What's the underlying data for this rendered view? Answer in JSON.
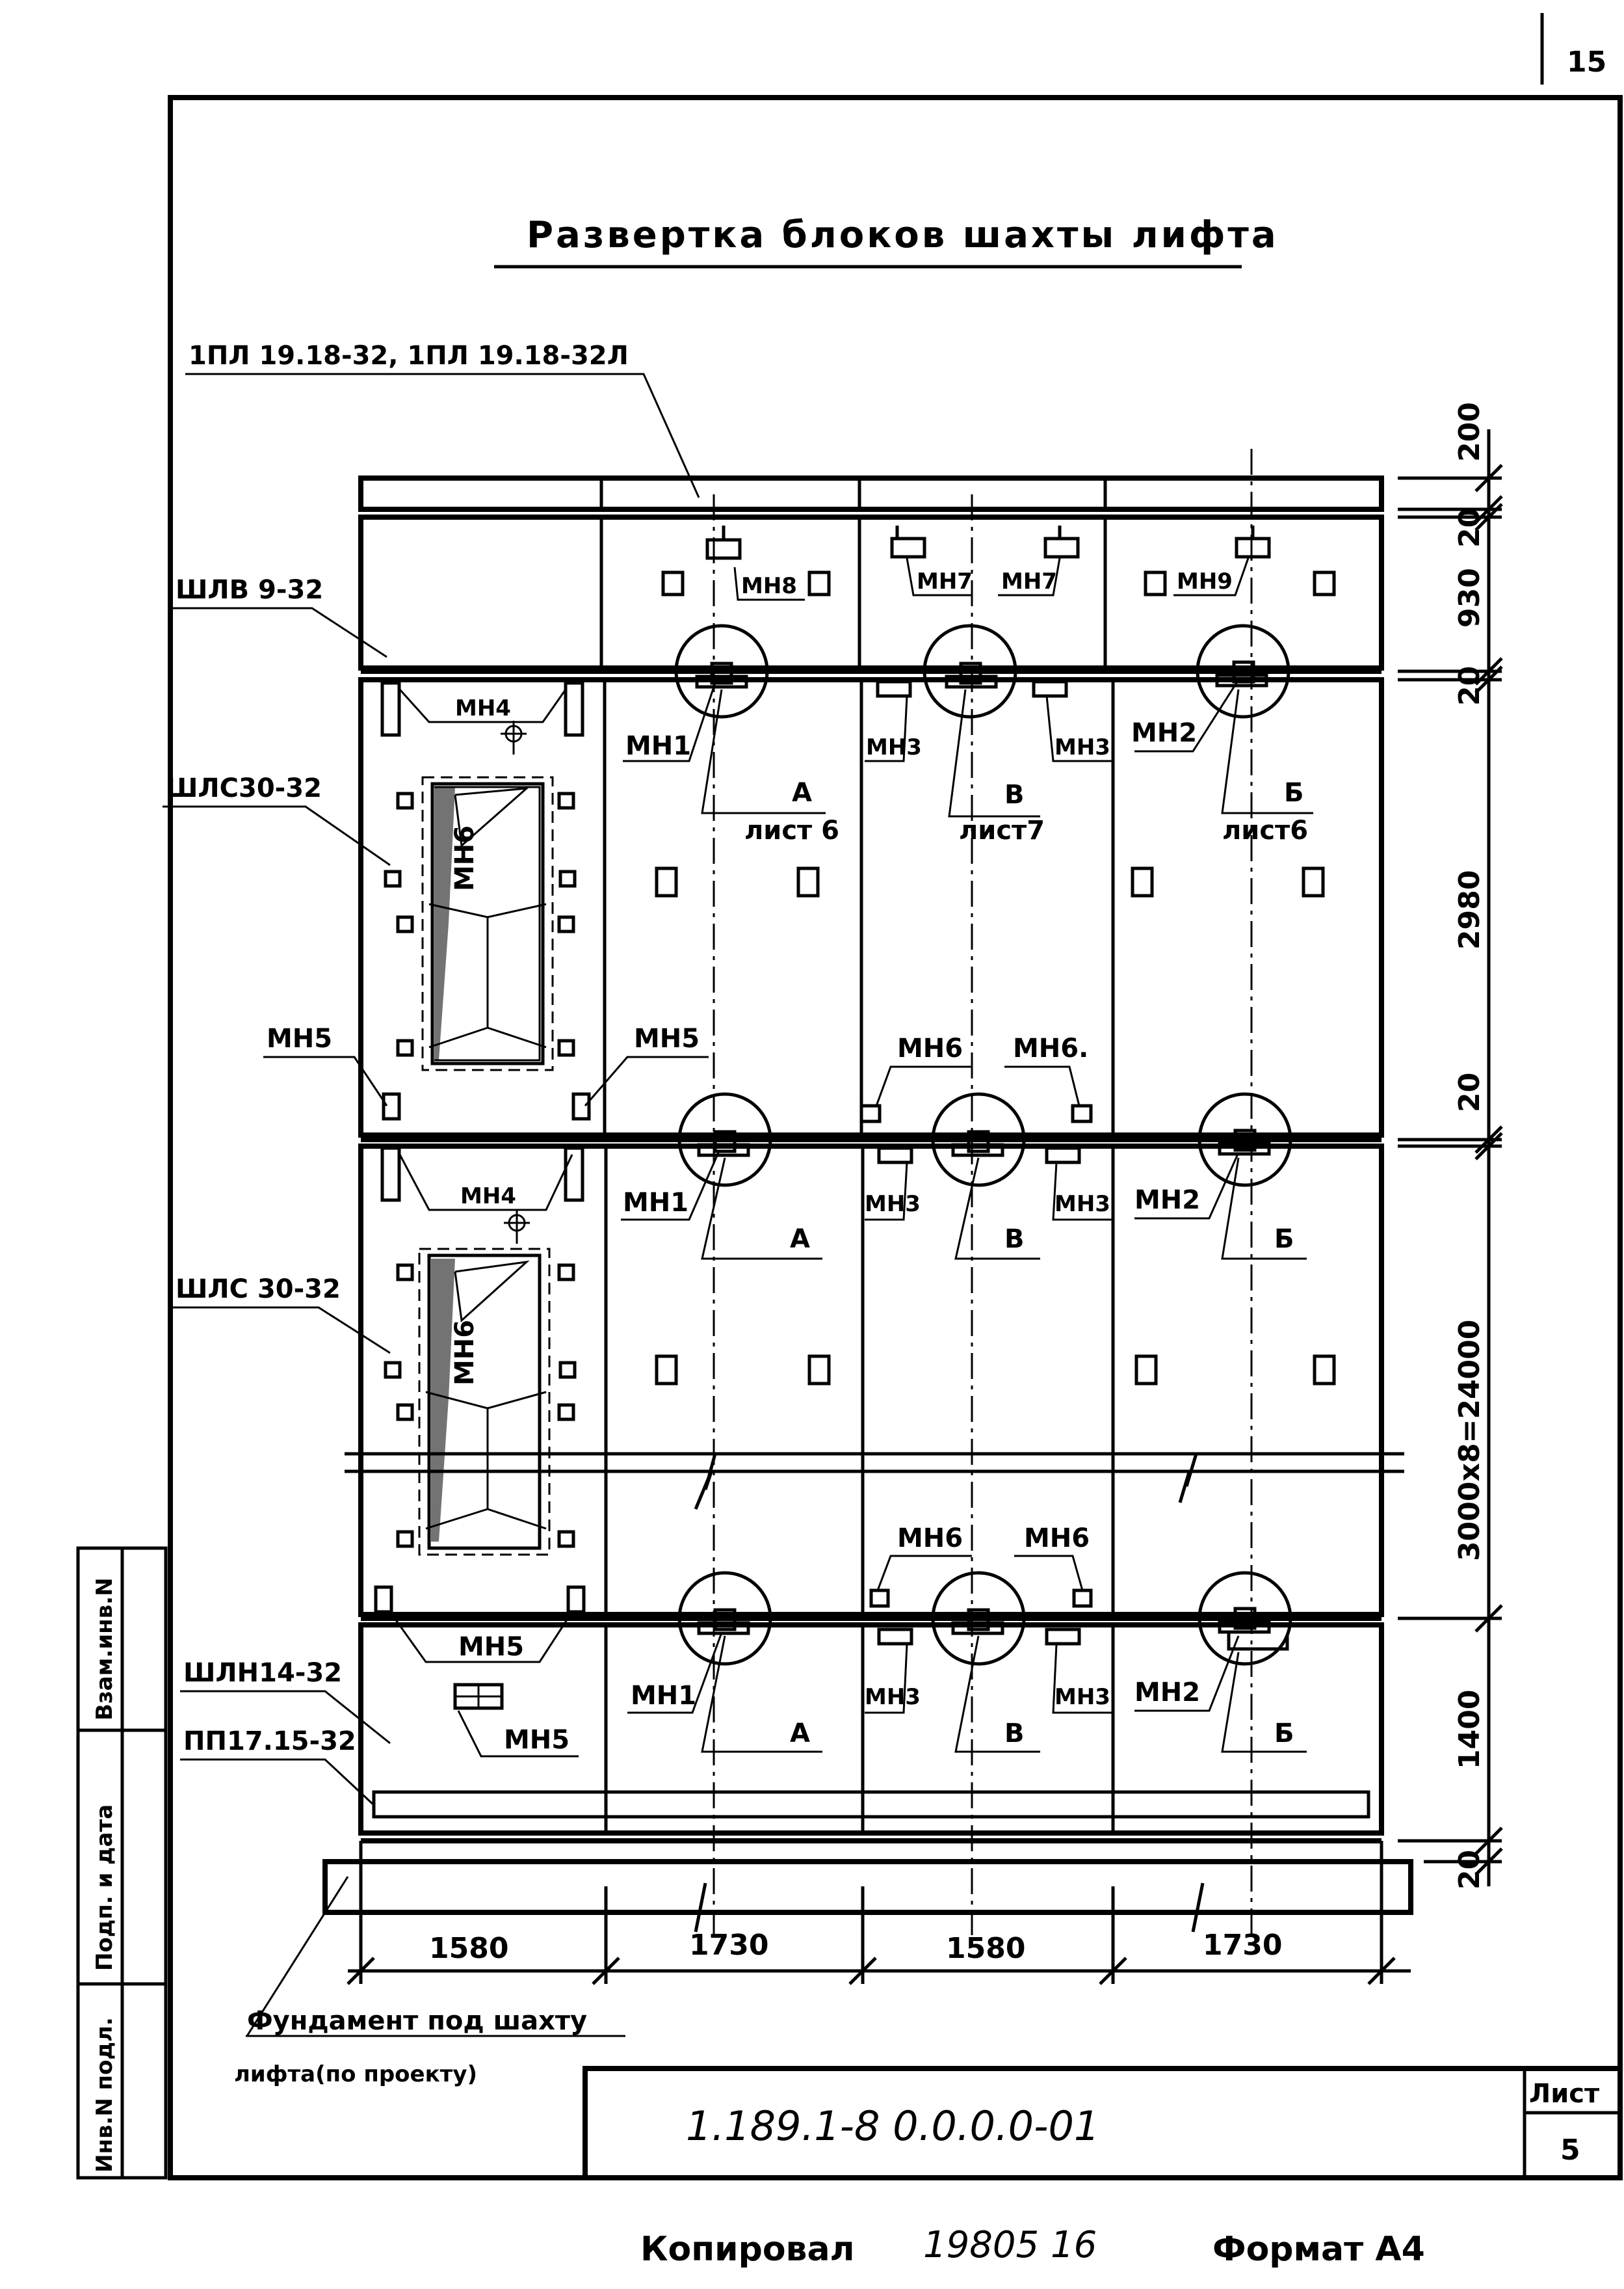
{
  "page_number": "15",
  "title": "Развертка блоков шахты лифта",
  "block_labels": {
    "top_plate": "1ПЛ 19.18-32, 1ПЛ 19.18-32Л",
    "shlv": "ШЛВ 9-32",
    "shls_top": "ШЛС30-32",
    "shls_mid": "ШЛС 30-32",
    "shln": "ШЛН14-32",
    "pp": "ПП17.15-32"
  },
  "insert_labels": {
    "mn1": "МН1",
    "mn2": "МН2",
    "mn3": "МН3",
    "mn4": "МН4",
    "mn5": "МН5",
    "mn6": "МН6",
    "mn6_dot": "МН6.",
    "mn7": "МН7",
    "mn8": "МН8",
    "mn9": "МН9"
  },
  "node_labels": {
    "a": "А",
    "b": "Б",
    "v": "В",
    "sheet6": "лист 6",
    "sheet7": "лист7",
    "sheet6b": "лист6"
  },
  "vertical_dims": {
    "d200": "200",
    "d20a": "20",
    "d930": "930",
    "d20b": "20",
    "d2980": "2980",
    "d20c": "20",
    "d24000": "3000х8=24000",
    "d1400": "1400",
    "d20d": "20"
  },
  "horizontal_dims": [
    "1580",
    "1730",
    "1580",
    "1730"
  ],
  "foundation_note_1": "Фундамент под шахту",
  "foundation_note_2": "лифта(по проекту)",
  "side_stamp": {
    "inv_podl": "Инв.N подл.",
    "podp_data": "Подп. и дата",
    "vzam_inv": "Взам.инв.N"
  },
  "title_block": {
    "doc_code": "1.189.1-8  0.0.0.0-01",
    "sheet_label": "Лист",
    "sheet_number": "5"
  },
  "footer": {
    "copied_label": "Копировал",
    "copied_value": "19805 16",
    "format_label": "Формат А4"
  }
}
